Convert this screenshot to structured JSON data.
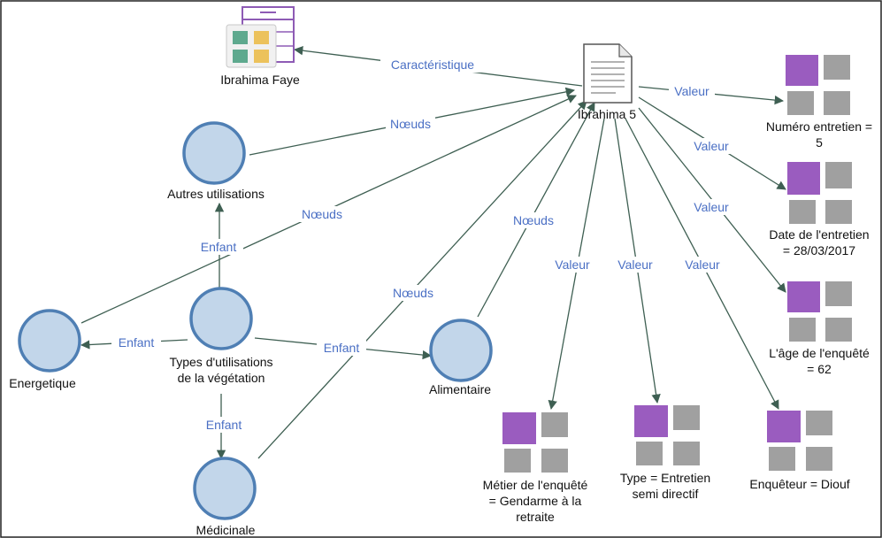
{
  "colors": {
    "edge": "#3e5f52",
    "edge_label": "#4a6fc4",
    "circle_fill": "#c2d6ea",
    "circle_stroke": "#4f7fb4",
    "attr_purple": "#9a5cbf",
    "attr_gray": "#a0a0a0",
    "frame_border": "#222222"
  },
  "nodes": {
    "case_person": {
      "label": "Ibrahima Faye",
      "icon": "case-icon"
    },
    "source_doc": {
      "label": "Ibrahima 5",
      "icon": "document-icon"
    },
    "autres": {
      "label": "Autres utilisations",
      "icon": "node-circle-icon"
    },
    "types": {
      "label_lines": [
        "Types d'utilisations",
        "de la végétation"
      ],
      "icon": "node-circle-icon"
    },
    "energetique": {
      "label": "Energetique",
      "icon": "node-circle-icon"
    },
    "alimentaire": {
      "label": "Alimentaire",
      "icon": "node-circle-icon"
    },
    "medicinale": {
      "label": "Médicinale",
      "icon": "node-circle-icon"
    }
  },
  "attributes": [
    {
      "id": "numero",
      "lines": [
        "Numéro entretien =",
        "5"
      ]
    },
    {
      "id": "date",
      "lines": [
        "Date de l'entretien",
        "= 28/03/2017"
      ]
    },
    {
      "id": "age",
      "lines": [
        "L'âge de l'enquêté",
        "= 62"
      ]
    },
    {
      "id": "metier",
      "lines": [
        "Métier de l'enquêté",
        "= Gendarme à la",
        "retraite"
      ]
    },
    {
      "id": "type",
      "lines": [
        "Type = Entretien",
        "semi directif"
      ]
    },
    {
      "id": "enqueteur",
      "lines": [
        "Enquêteur = Diouf"
      ]
    }
  ],
  "edge_labels": {
    "caracteristique": "Caractéristique",
    "noeuds": "Nœuds",
    "enfant": "Enfant",
    "valeur": "Valeur"
  }
}
